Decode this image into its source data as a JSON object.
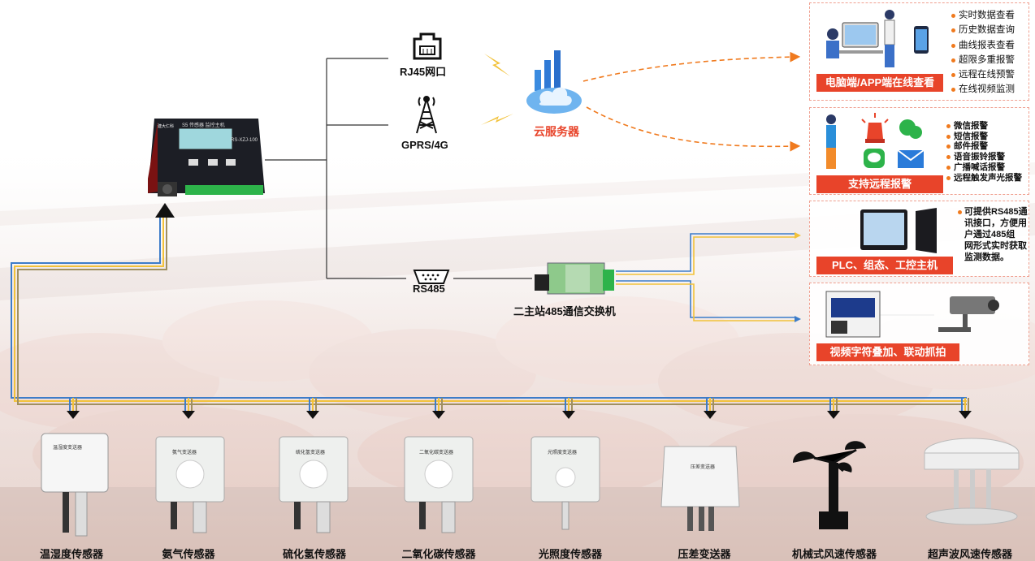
{
  "network": {
    "rj45_label": "RJ45网口",
    "gprs_label": "GPRS/4G",
    "rs485_label": "RS485",
    "cloud_label": "云服务器",
    "switch_label": "二主站485通信交换机"
  },
  "host": {
    "screen_title": "S5 传感器 监控主机",
    "model": "RS-XZJ-100",
    "brand": "建大仁科"
  },
  "panel_online": {
    "banner": "电脑端/APP端在线查看",
    "features": [
      "实时数据查看",
      "历史数据查询",
      "曲线报表查看",
      "超限多重报警",
      "远程在线预警",
      "在线视频监测"
    ]
  },
  "panel_alarm": {
    "banner": "支持远程报警",
    "features": [
      "微信报警",
      "短信报警",
      "邮件报警",
      "语音振铃报警",
      "广播喊话报警",
      "远程触发声光报警"
    ]
  },
  "panel_plc": {
    "banner": "PLC、组态、工控主机",
    "description": "可提供RS485通\n讯接口，方便用\n户通过485组\n网形式实时获取\n监测数据。"
  },
  "panel_video": {
    "banner": "视频字符叠加、联动抓拍"
  },
  "sensors": [
    {
      "name": "温湿度传感器",
      "device_label": "温湿度变送器"
    },
    {
      "name": "氨气传感器",
      "device_label": "氨气变送器"
    },
    {
      "name": "硫化氢传感器",
      "device_label": "硫化氢变送器"
    },
    {
      "name": "二氧化碳传感器",
      "device_label": "二氧化碳变送器"
    },
    {
      "name": "光照度传感器",
      "device_label": "光照度变送器"
    },
    {
      "name": "压差变送器",
      "device_label": "压差变送器"
    },
    {
      "name": "机械式风速传感器",
      "device_label": ""
    },
    {
      "name": "超声波风速传感器",
      "device_label": ""
    }
  ],
  "colors": {
    "accent_red": "#e8442a",
    "bullet_orange": "#f07a1e",
    "bus_blue": "#3d7cc9",
    "bus_yellow": "#f2c23a"
  }
}
